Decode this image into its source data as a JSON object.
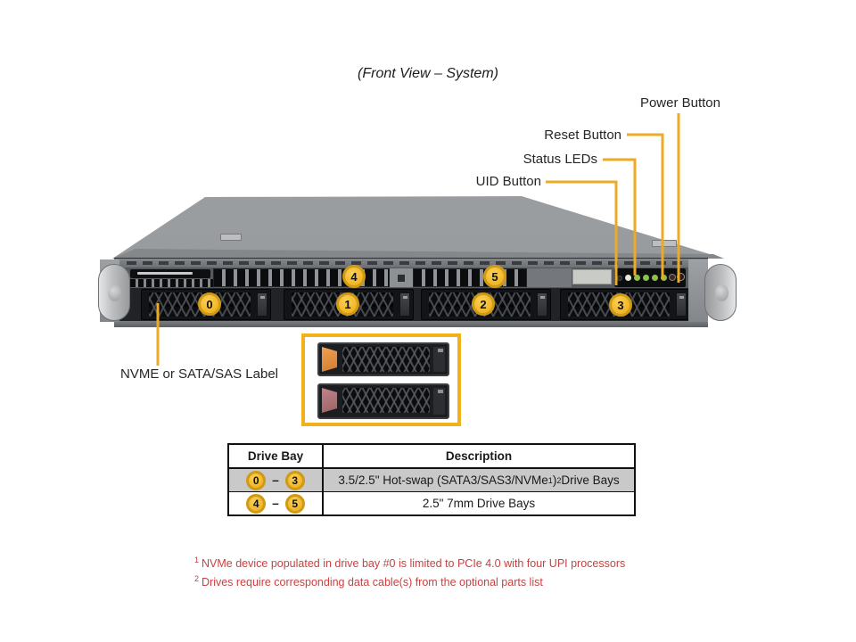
{
  "title": "(Front View – System)",
  "callouts": {
    "power_button": "Power Button",
    "reset_button": "Reset Button",
    "status_leds": "Status LEDs",
    "uid_button": "UID Button",
    "drive_label": "NVME or SATA/SAS Label"
  },
  "bay_badges": {
    "b0": "0",
    "b1": "1",
    "b2": "2",
    "b3": "3",
    "b4": "4",
    "b5": "5"
  },
  "table": {
    "col_drive_bay": "Drive Bay",
    "col_description": "Description",
    "rows": [
      {
        "from": "0",
        "dash": "–",
        "to": "3",
        "desc_pre": "3.5/2.5\" Hot-swap (SATA3/SAS3/NVMe",
        "desc_sup1": "1",
        "desc_mid": ")",
        "desc_sup2": "2",
        "desc_post": " Drive Bays"
      },
      {
        "from": "4",
        "dash": "–",
        "to": "5",
        "desc_pre": "2.5\" 7mm Drive Bays",
        "desc_sup1": "",
        "desc_mid": "",
        "desc_sup2": "",
        "desc_post": ""
      }
    ]
  },
  "footnotes": [
    {
      "sup": "1",
      "text": "NVMe device populated in drive bay #0 is limited to PCIe 4.0 with four UPI processors"
    },
    {
      "sup": "2",
      "text": "Drives require corresponding data cable(s) from the optional parts list"
    }
  ],
  "colors": {
    "callout_gold": "#edaa25",
    "badge_fill": "#f3b82a",
    "badge_ring": "#cf9a16",
    "footnote_red": "#c94141",
    "table_row_gray": "#c9c9c9"
  }
}
